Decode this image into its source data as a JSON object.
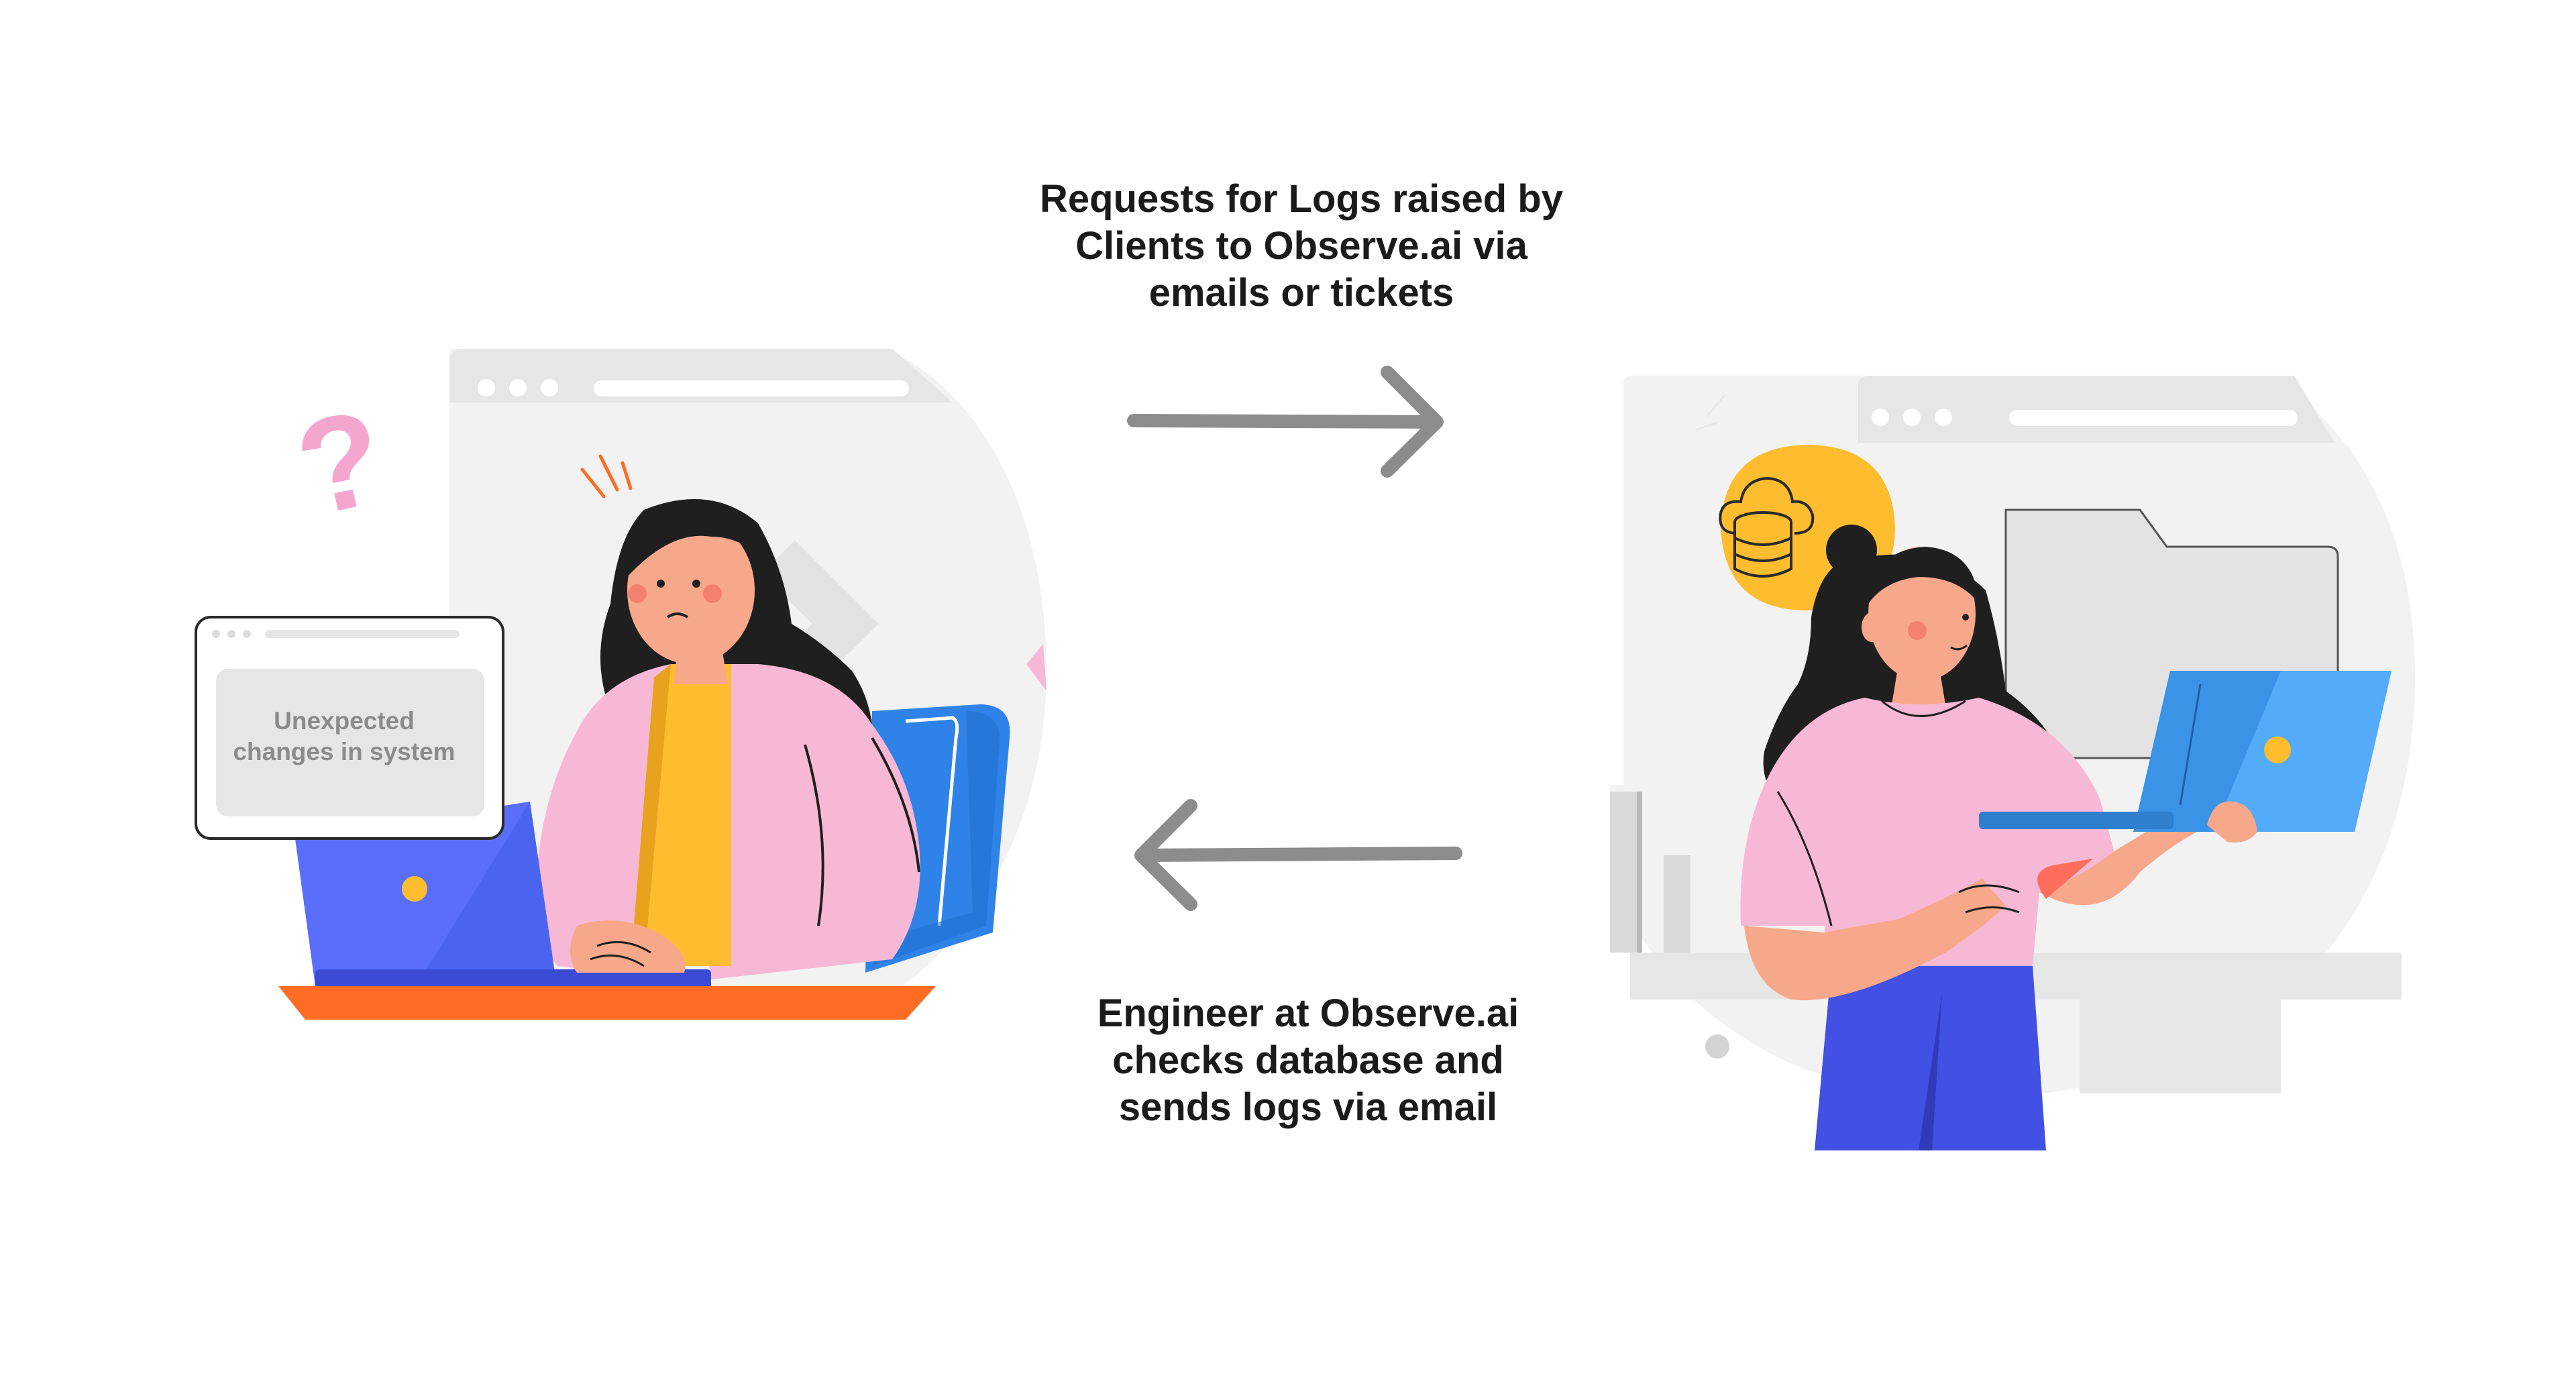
{
  "captions": {
    "request": "Requests for Logs raised by\nClients to Observe.ai via\nemails or tickets",
    "response": "Engineer at Observe.ai\nchecks database and\nsends logs via email"
  },
  "client_scene": {
    "popup_message": "Unexpected\nchanges in system",
    "icons": [
      "question-mark-icon",
      "stress-lines-icon",
      "laptop-icon",
      "office-chair-icon"
    ]
  },
  "engineer_scene": {
    "icons": [
      "cloud-icon",
      "database-icon",
      "folder-icon",
      "laptop-icon"
    ]
  },
  "arrows": {
    "request_direction": "right",
    "response_direction": "left"
  },
  "colors": {
    "text": "#1b1b1b",
    "arrow": "#8c8c8c",
    "background_circle": "#f2f2f2",
    "window_gray": "#e8e8e8",
    "pink_jacket": "#f7b8d5",
    "yellow": "#fdbd2e",
    "laptop_blue": "#4a64f0",
    "engineer_laptop_blue": "#3a93e6",
    "desk_orange": "#ff6d24",
    "pants_blue": "#4250e3",
    "skin": "#f7a88b",
    "hair": "#1f1f1f"
  }
}
